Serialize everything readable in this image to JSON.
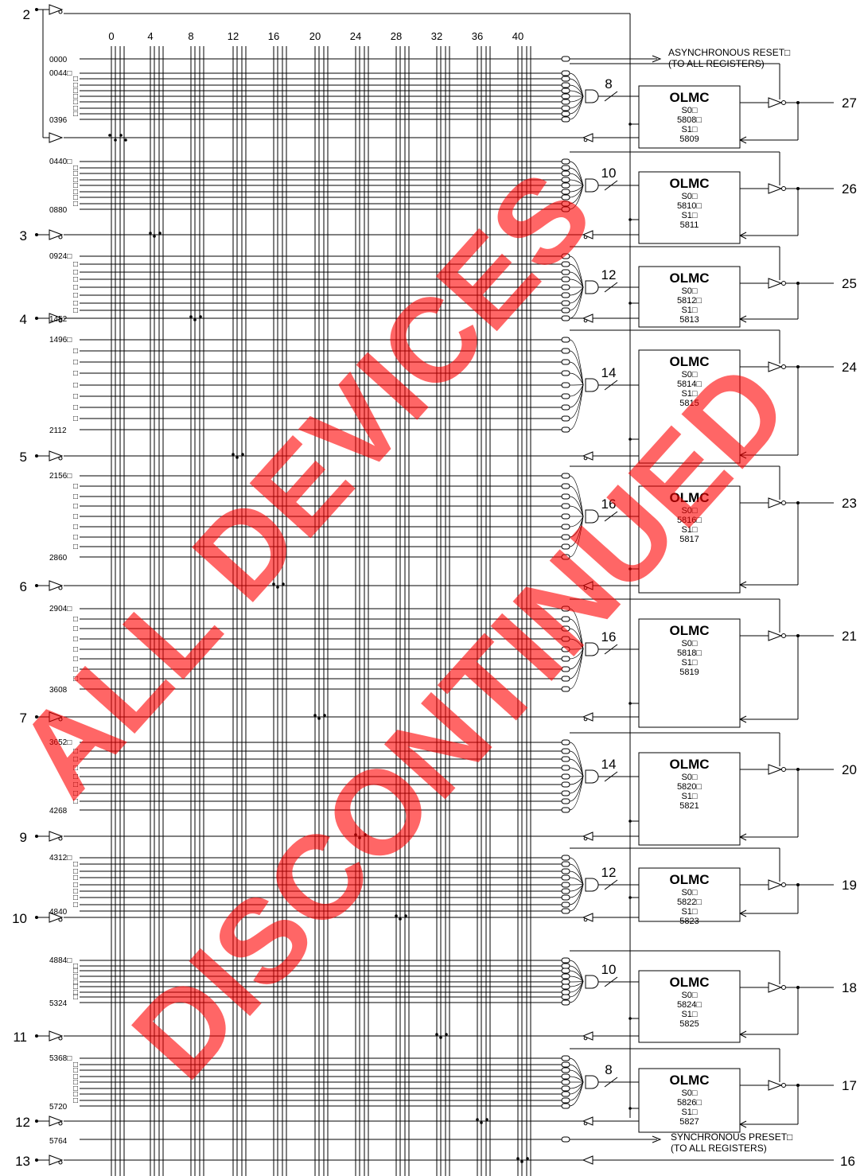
{
  "watermark": {
    "line1": "ALL DEVICES",
    "line2": "DISCONTINUED",
    "color": "#ff0000"
  },
  "column_labels": [
    "0",
    "4",
    "8",
    "12",
    "16",
    "20",
    "24",
    "28",
    "32",
    "36",
    "40"
  ],
  "async_reset": {
    "addr": "0000",
    "line1": "ASYNCHRONOUS RESET□",
    "line2": "(TO ALL REGISTERS)"
  },
  "sync_preset": {
    "addr": "5764",
    "line1": "SYNCHRONOUS PRESET□",
    "line2": "(TO ALL REGISTERS)"
  },
  "clock_pin": "2",
  "input_pins": [
    "3",
    "4",
    "5",
    "6",
    "7",
    "9",
    "10",
    "11",
    "12",
    "13"
  ],
  "last_pin_out": "16",
  "olmcs": [
    {
      "title": "OLMC",
      "s0": "S0□",
      "a0": "5808□",
      "s1": "S1□",
      "a1": "5809",
      "terms": "8",
      "pin": "27",
      "first": "0044□",
      "last": "0396"
    },
    {
      "title": "OLMC",
      "s0": "S0□",
      "a0": "5810□",
      "s1": "S1□",
      "a1": "5811",
      "terms": "10",
      "pin": "26",
      "first": "0440□",
      "last": "0880"
    },
    {
      "title": "OLMC",
      "s0": "S0□",
      "a0": "5812□",
      "s1": "S1□",
      "a1": "5813",
      "terms": "12",
      "pin": "25",
      "first": "0924□",
      "last": "1452"
    },
    {
      "title": "OLMC",
      "s0": "S0□",
      "a0": "5814□",
      "s1": "S1□",
      "a1": "5815",
      "terms": "14",
      "pin": "24",
      "first": "1496□",
      "last": "2112"
    },
    {
      "title": "OLMC",
      "s0": "S0□",
      "a0": "5816□",
      "s1": "S1□",
      "a1": "5817",
      "terms": "16",
      "pin": "23",
      "first": "2156□",
      "last": "2860"
    },
    {
      "title": "OLMC",
      "s0": "S0□",
      "a0": "5818□",
      "s1": "S1□",
      "a1": "5819",
      "terms": "16",
      "pin": "21",
      "first": "2904□",
      "last": "3608"
    },
    {
      "title": "OLMC",
      "s0": "S0□",
      "a0": "5820□",
      "s1": "S1□",
      "a1": "5821",
      "terms": "14",
      "pin": "20",
      "first": "3652□",
      "last": "4268"
    },
    {
      "title": "OLMC",
      "s0": "S0□",
      "a0": "5822□",
      "s1": "S1□",
      "a1": "5823",
      "terms": "12",
      "pin": "19",
      "first": "4312□",
      "last": "4840"
    },
    {
      "title": "OLMC",
      "s0": "S0□",
      "a0": "5824□",
      "s1": "S1□",
      "a1": "5825",
      "terms": "10",
      "pin": "18",
      "first": "4884□",
      "last": "5324"
    },
    {
      "title": "OLMC",
      "s0": "S0□",
      "a0": "5826□",
      "s1": "S1□",
      "a1": "5827",
      "terms": "8",
      "pin": "17",
      "first": "5368□",
      "last": "5720"
    }
  ],
  "blank_marker": "□"
}
